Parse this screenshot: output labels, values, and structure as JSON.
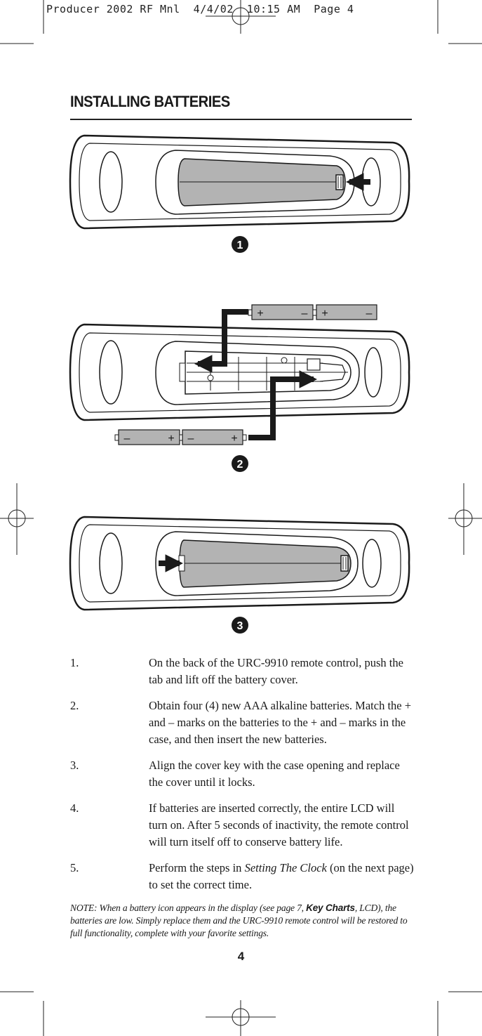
{
  "header": {
    "slug": "Producer 2002 RF Mnl  4/4/02  10:15 AM  Page 4"
  },
  "section_title": "INSTALLING BATTERIES",
  "figures": [
    {
      "label": "1",
      "icon": "remote-battery-cover-icon"
    },
    {
      "label": "2",
      "icon": "remote-battery-compartment-icon",
      "top_battery_signs": [
        "+",
        "–",
        "+",
        "–"
      ],
      "bottom_battery_signs": [
        "–",
        "+",
        "–",
        "+"
      ]
    },
    {
      "label": "3",
      "icon": "remote-cover-replace-icon"
    }
  ],
  "steps": [
    {
      "num": "1.",
      "text": "On the back of the URC-9910 remote control, push the tab and lift off the battery cover."
    },
    {
      "num": "2.",
      "text": "Obtain four (4) new AAA alkaline batteries. Match the + and – marks on the batteries to the + and – marks in the case, and then insert the new batteries."
    },
    {
      "num": "3.",
      "text": "Align the cover key with the case opening and replace the cover until it locks."
    },
    {
      "num": "4.",
      "text": "If batteries are inserted correctly, the entire LCD will turn on. After 5 seconds of inactivity, the remote control will turn itself off to conserve battery life."
    },
    {
      "num": "5.",
      "text_before": "Perform the steps in ",
      "text_italic": "Setting The Clock",
      "text_after": " (on the next page) to set the correct time."
    }
  ],
  "note": {
    "before": "NOTE: When a battery icon appears in the display (see page 7, ",
    "bold": "Key Charts",
    "after": ", LCD), the batteries are low. Simply replace them and the URC-9910 remote control will be restored to full functionality, complete with your favorite settings."
  },
  "page_number": "4",
  "colors": {
    "ink": "#1a1a1a",
    "battery_fill": "#b3b3b3",
    "paper": "#ffffff"
  }
}
